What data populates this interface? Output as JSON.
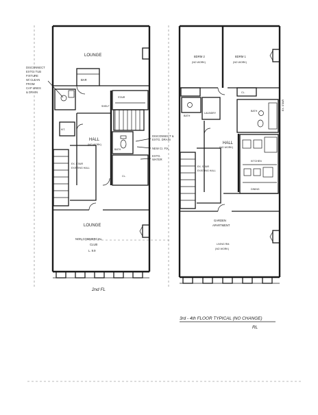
{
  "drawing": {
    "left_plan": {
      "lounge_top": "LOUNGE",
      "lounge_bottom": "LOUNGE",
      "non_commercial": "NON COMMERCIAL",
      "club": "CLUB",
      "occupancy": "L. 9.9",
      "hall": "HALL",
      "no_work": "(NO WORK)",
      "bar": "BAR",
      "stair": "STAIR",
      "ex_stair": "EX. STAIR",
      "closet": "CL.",
      "bath": "BATH",
      "kit": "KIT.",
      "shelf": "SHELF",
      "existing_hall": "EXISTING HALL",
      "notes": {
        "disconnect_a": [
          "DISCONNECT &",
          "EXTG. DRAIN"
        ],
        "new_ci": "NEW CI. FIX.",
        "ci_drain": [
          "EXTG.",
          "WATER"
        ],
        "left_block": [
          "DISCONNECT",
          "EXTG. TUB",
          "FIXTURE",
          "W/ CLEAN",
          "FROM",
          "CAP LINES",
          "& DRAIN"
        ]
      },
      "floor_label": "2nd FL"
    },
    "right_plan": {
      "bedroom2": "BDRM 2",
      "bedroom1": "BDRM 1",
      "no_work": "(NO WORK)",
      "bath": "BATH",
      "laundry": "LAUNDRY",
      "closet": "CL.",
      "hall": "HALL",
      "kitchen": "KITCHEN",
      "dining": "DINING",
      "ex_stair": "EX. STAIR",
      "existing_hall": "EXISTING HALL",
      "living": "LIVING RM.",
      "apartment": "APARTMENT",
      "garden": "GARDEN",
      "no_work2": "(NO WORK)",
      "ex_stair_right": "EX. STAIR"
    },
    "footer_note": "3rd - 4th FLOOR TYPICAL (NO CHANGE)",
    "initials": "RL"
  }
}
